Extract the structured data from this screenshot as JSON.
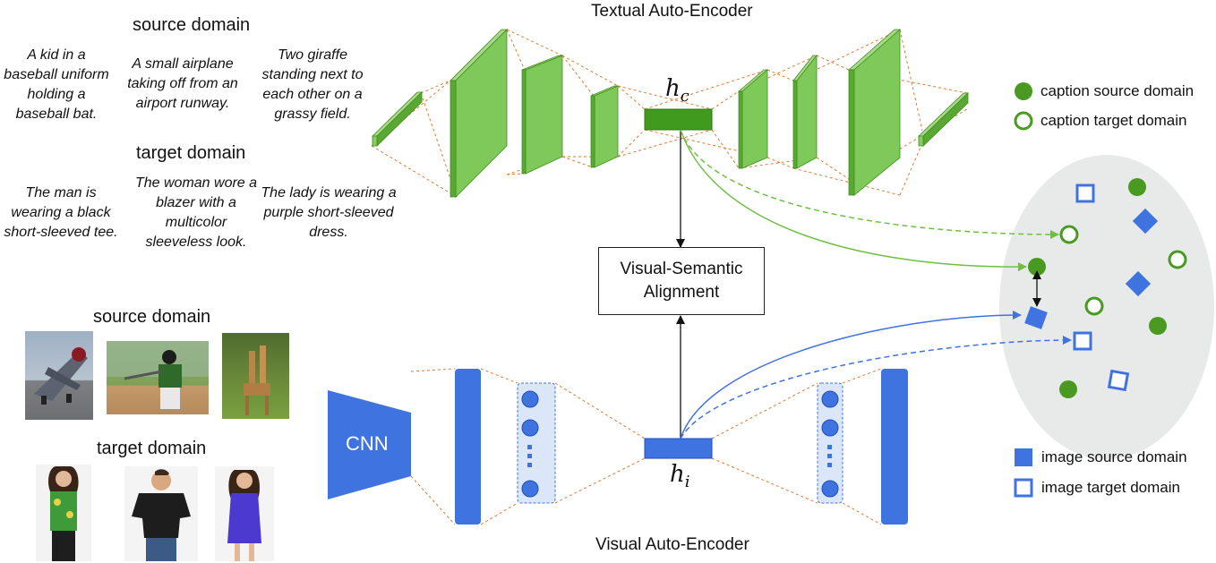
{
  "text_captions": {
    "source_heading": "source domain",
    "target_heading": "target domain",
    "source": [
      "A kid in a baseball uniform holding a baseball bat.",
      "A small airplane taking off from an airport runway.",
      "Two giraffe standing next to each other on a grassy field."
    ],
    "target": [
      "The man is wearing a black short-sleeved tee.",
      "The woman wore a blazer with a multicolor sleeveless look.",
      "The lady is wearing a purple short-sleeved dress."
    ]
  },
  "image_panel": {
    "source_heading": "source domain",
    "target_heading": "target domain"
  },
  "textual_ae": {
    "title": "Textual Auto-Encoder",
    "latent_base": "h",
    "latent_sub": "c"
  },
  "visual_ae": {
    "title": "Visual Auto-Encoder",
    "latent_base": "h",
    "latent_sub": "i",
    "cnn_label": "CNN"
  },
  "alignment": {
    "line1": "Visual-Semantic",
    "line2": "Alignment"
  },
  "legend": {
    "caption_source": "caption source domain",
    "caption_target": "caption target domain",
    "image_source": "image source domain",
    "image_target": "image target domain"
  },
  "colors": {
    "green": "#6fbf44",
    "green_dark": "#3e8e1a",
    "blue": "#3f73e0",
    "orange_dashed": "#e07a30",
    "ellipse": "#e8eaea"
  }
}
